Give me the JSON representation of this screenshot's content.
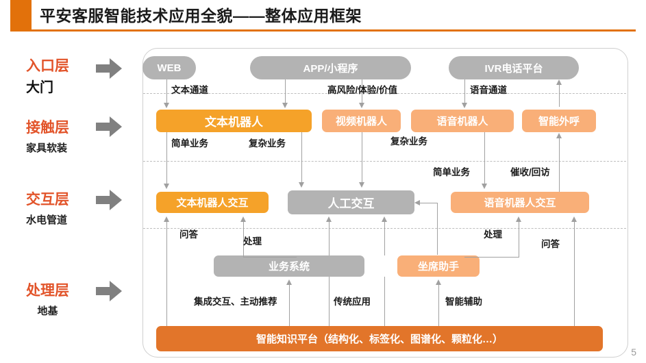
{
  "slide": {
    "title": "平安客服智能技术应用全貌——整体应用框架",
    "page_number": "5",
    "accent_color": "#E2710B"
  },
  "rail": {
    "layers": [
      {
        "title": "入口层",
        "sub": "大门",
        "arrow_icon": "right-arrow-icon"
      },
      {
        "title": "接触层",
        "sub": "家具软装",
        "arrow_icon": "right-arrow-icon"
      },
      {
        "title": "交互层",
        "sub": "水电管道",
        "arrow_icon": "right-arrow-icon"
      },
      {
        "title": "处理层",
        "sub": "地基",
        "arrow_icon": "right-arrow-icon"
      }
    ]
  },
  "diagram": {
    "entry_nodes": [
      {
        "label": "WEB",
        "color": "#b3b3b3"
      },
      {
        "label": "APP/小程序",
        "color": "#b3b3b3"
      },
      {
        "label": "IVR电话平台",
        "color": "#b3b3b3"
      }
    ],
    "contact_nodes": [
      {
        "label": "文本机器人",
        "color": "#F5A229"
      },
      {
        "label": "视频机器人",
        "color": "#F9AF78"
      },
      {
        "label": "语音机器人",
        "color": "#F9AF78"
      },
      {
        "label": "智能外呼",
        "color": "#F9AF78"
      }
    ],
    "interaction_nodes": [
      {
        "label": "文本机器人交互",
        "color": "#F5A229"
      },
      {
        "label": "人工交互",
        "color": "#b3b3b3"
      },
      {
        "label": "语音机器人交互",
        "color": "#F9AF78"
      }
    ],
    "process_nodes": [
      {
        "label": "业务系统",
        "color": "#b3b3b3"
      },
      {
        "label": "坐席助手",
        "color": "#F9AF78"
      }
    ],
    "foundation": {
      "label": "智能知识平台（结构化、标签化、图谱化、颗粒化…）",
      "color": "#E2752A"
    },
    "edge_labels": {
      "text_channel": "文本通道",
      "high_risk": "高风险/体验/价值",
      "voice_channel": "语音通道",
      "simple_business_1": "简单业务",
      "complex_business_1": "复杂业务",
      "complex_business_2": "复杂业务",
      "simple_business_2": "简单业务",
      "collection_return": "催收/回访",
      "qa_left": "问答",
      "handle_left": "处理",
      "handle_right": "处理",
      "qa_right": "问答",
      "integrated": "集成交互、主动推荐",
      "traditional": "传统应用",
      "smart_assist": "智能辅助"
    }
  }
}
